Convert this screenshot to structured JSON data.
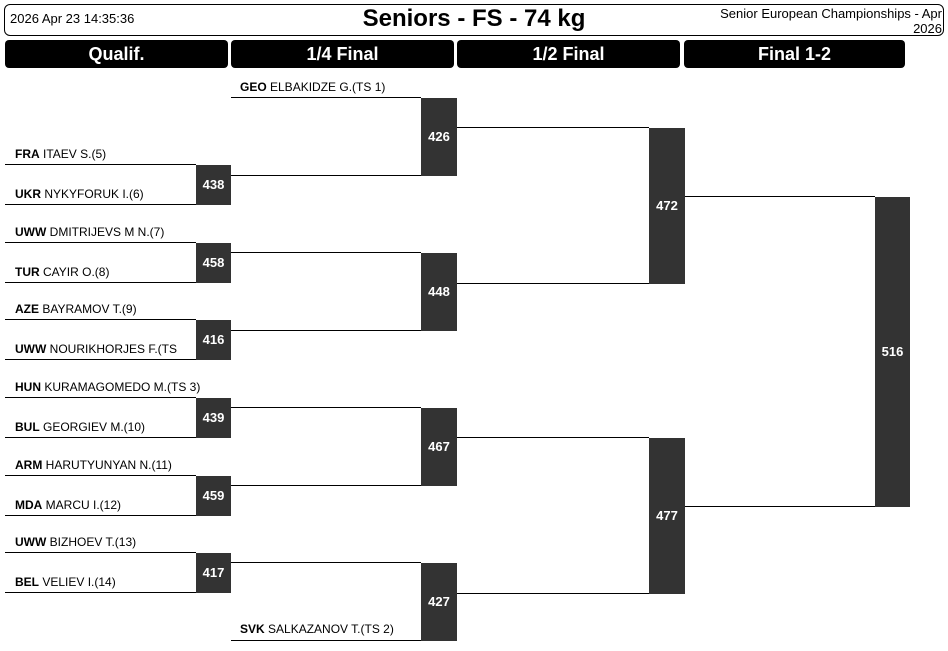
{
  "header": {
    "date": "2026 Apr 23 14:35:36",
    "title": "Seniors - FS - 74 kg",
    "event_line1": "Senior European Championships - Apr",
    "event_line2": "2026"
  },
  "rounds": [
    "Qualif.",
    "1/4 Final",
    "1/2 Final",
    "Final 1-2"
  ],
  "qualif": [
    {
      "country": "FRA",
      "name": "ITAEV S.(5)"
    },
    {
      "country": "UKR",
      "name": "NYKYFORUK I.(6)"
    },
    {
      "country": "UWW",
      "name": "DMITRIJEVS M N.(7)"
    },
    {
      "country": "TUR",
      "name": "CAYIR O.(8)"
    },
    {
      "country": "AZE",
      "name": "BAYRAMOV T.(9)"
    },
    {
      "country": "UWW",
      "name": "NOURIKHORJES F.(TS"
    },
    {
      "country": "HUN",
      "name": "KURAMAGOMEDO M.(TS 3)"
    },
    {
      "country": "BUL",
      "name": "GEORGIEV M.(10)"
    },
    {
      "country": "ARM",
      "name": "HARUTYUNYAN N.(11)"
    },
    {
      "country": "MDA",
      "name": "MARCU I.(12)"
    },
    {
      "country": "UWW",
      "name": "BIZHOEV T.(13)"
    },
    {
      "country": "BEL",
      "name": "VELIEV I.(14)"
    }
  ],
  "seeds": [
    {
      "country": "GEO",
      "name": "ELBAKIDZE G.(TS 1)"
    },
    {
      "country": "SVK",
      "name": "SALKAZANOV T.(TS 2)"
    }
  ],
  "bouts": {
    "q1": "438",
    "q2": "458",
    "q3": "416",
    "q4": "439",
    "q5": "459",
    "q6": "417",
    "qf1": "426",
    "qf2": "448",
    "qf3": "467",
    "qf4": "427",
    "sf1": "472",
    "sf2": "477",
    "final": "516"
  }
}
